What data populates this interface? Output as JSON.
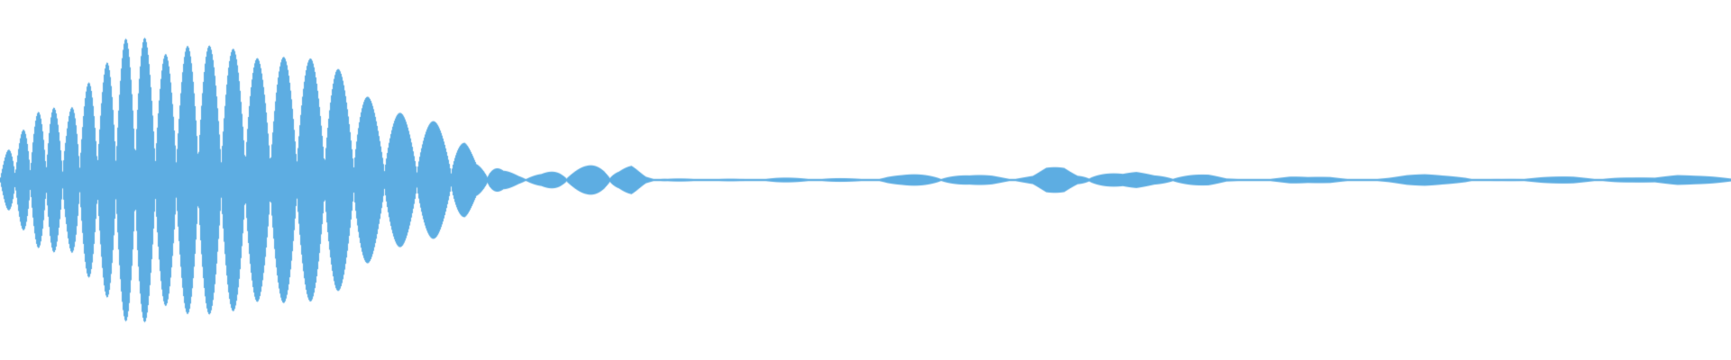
{
  "waveform": {
    "color": "#5dade2",
    "background": "#ffffff",
    "envelope_points": [
      [
        0,
        0.13
      ],
      [
        18,
        0.26
      ],
      [
        36,
        0.41
      ],
      [
        55,
        0.48
      ],
      [
        73,
        0.4
      ],
      [
        90,
        0.58
      ],
      [
        110,
        0.68
      ],
      [
        132,
        0.86
      ],
      [
        152,
        0.97
      ],
      [
        172,
        0.81
      ],
      [
        194,
        0.79
      ],
      [
        218,
        0.9
      ],
      [
        242,
        0.82
      ],
      [
        266,
        0.84
      ],
      [
        292,
        0.75
      ],
      [
        320,
        0.79
      ],
      [
        346,
        0.77
      ],
      [
        372,
        0.72
      ],
      [
        392,
        0.62
      ],
      [
        420,
        0.46
      ],
      [
        448,
        0.42
      ],
      [
        475,
        0.38
      ],
      [
        500,
        0.35
      ],
      [
        515,
        0.25
      ],
      [
        528,
        0.12
      ],
      [
        542,
        0.14
      ],
      [
        558,
        0.06
      ],
      [
        575,
        0.04
      ],
      [
        600,
        0.04
      ],
      [
        620,
        0.07
      ],
      [
        650,
        0.09
      ],
      [
        670,
        0.11
      ],
      [
        686,
        0.08
      ],
      [
        700,
        0.09
      ],
      [
        716,
        0.03
      ],
      [
        740,
        0.01
      ],
      [
        820,
        0.008
      ],
      [
        860,
        0.015
      ],
      [
        900,
        0.015
      ],
      [
        960,
        0.009
      ],
      [
        984,
        0.03
      ],
      [
        1000,
        0.032
      ],
      [
        1020,
        0.04
      ],
      [
        1040,
        0.048
      ],
      [
        1060,
        0.037
      ],
      [
        1075,
        0.03
      ],
      [
        1100,
        0.034
      ],
      [
        1125,
        0.025
      ],
      [
        1145,
        0.032
      ],
      [
        1160,
        0.078
      ],
      [
        1180,
        0.088
      ],
      [
        1195,
        0.05
      ],
      [
        1210,
        0.074
      ],
      [
        1230,
        0.054
      ],
      [
        1245,
        0.04
      ],
      [
        1260,
        0.052
      ],
      [
        1280,
        0.042
      ],
      [
        1300,
        0.055
      ],
      [
        1320,
        0.046
      ],
      [
        1340,
        0.035
      ],
      [
        1360,
        0.01
      ],
      [
        1390,
        0.006
      ],
      [
        1410,
        0.022
      ],
      [
        1430,
        0.027
      ],
      [
        1450,
        0.019
      ],
      [
        1475,
        0.021
      ],
      [
        1495,
        0.011
      ],
      [
        1520,
        0.012
      ],
      [
        1540,
        0.019
      ],
      [
        1560,
        0.032
      ],
      [
        1580,
        0.037
      ],
      [
        1600,
        0.034
      ],
      [
        1625,
        0.035
      ],
      [
        1645,
        0.016
      ],
      [
        1665,
        0.01
      ],
      [
        1690,
        0.007
      ],
      [
        1710,
        0.018
      ],
      [
        1730,
        0.026
      ],
      [
        1745,
        0.032
      ],
      [
        1765,
        0.03
      ],
      [
        1790,
        0.027
      ],
      [
        1810,
        0.02
      ],
      [
        1835,
        0.015
      ],
      [
        1860,
        0.032
      ],
      [
        1880,
        0.033
      ],
      [
        1900,
        0.038
      ],
      [
        1920,
        0.04
      ]
    ]
  }
}
